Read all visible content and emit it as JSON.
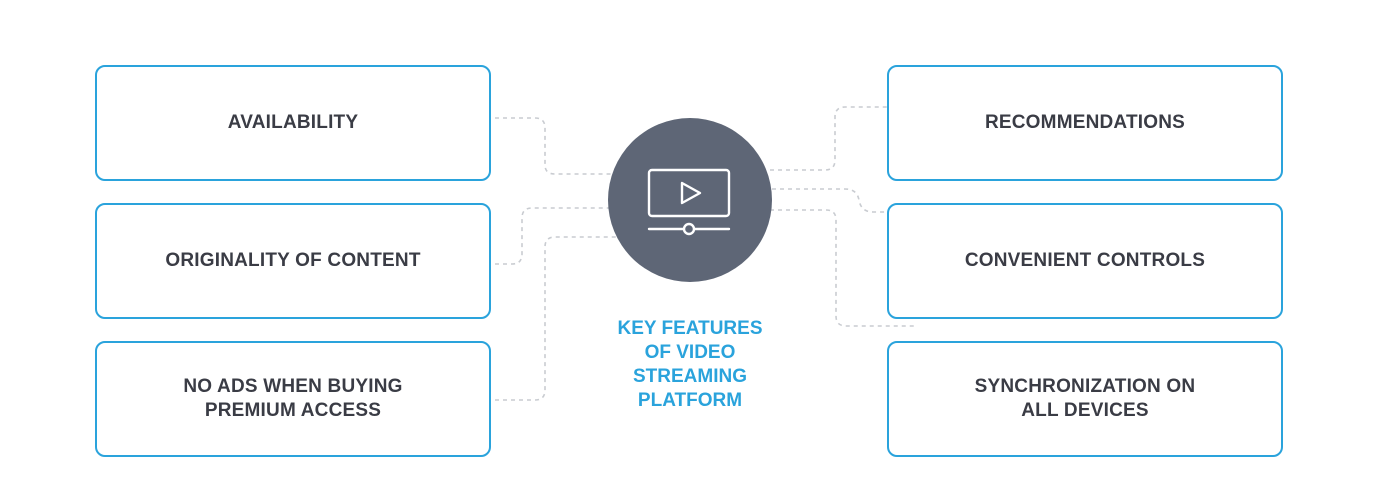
{
  "diagram": {
    "center_title": "KEY FEATURES\nOF VIDEO\nSTREAMING\nPLATFORM",
    "center_icon": "video-player-icon",
    "left_features": [
      {
        "label": "AVAILABILITY"
      },
      {
        "label": "ORIGINALITY OF CONTENT"
      },
      {
        "label": "NO ADS WHEN BUYING\nPREMIUM ACCESS"
      }
    ],
    "right_features": [
      {
        "label": "RECOMMENDATIONS"
      },
      {
        "label": "CONVENIENT CONTROLS"
      },
      {
        "label": "SYNCHRONIZATION ON\nALL DEVICES"
      }
    ]
  },
  "colors": {
    "accent": "#2aa3dc",
    "hub": "#5e6676",
    "text": "#3a3c45",
    "connector": "#c9ccd1"
  }
}
